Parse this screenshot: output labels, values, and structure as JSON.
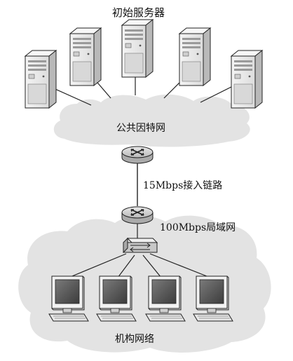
{
  "diagram": {
    "origin_servers_label": "初始服务器",
    "public_internet_label": "公共因特网",
    "access_link_label": "15Mbps接入链路",
    "lan_label": "100Mbps局域网",
    "institutional_network_label": "机构网络",
    "colors": {
      "cloud_fill": "#e3e3e3",
      "line": "#222222",
      "server_front": "#ececec",
      "server_side": "#b9b9b9",
      "router_fill": "#d6d6d6",
      "monitor_screen": "#5a5a5a"
    },
    "server_count": 5,
    "host_count": 4
  }
}
